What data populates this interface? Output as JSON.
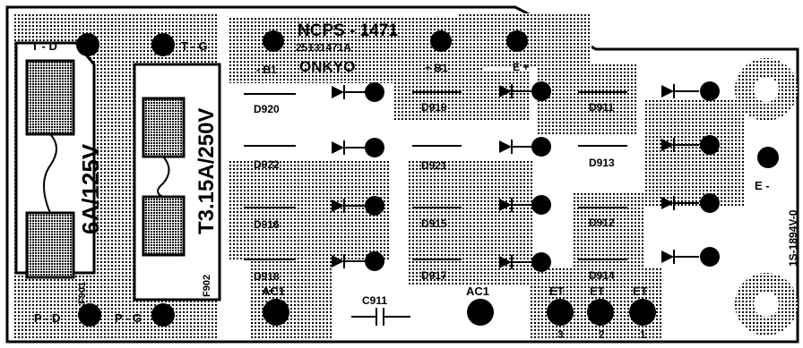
{
  "board": {
    "part_number": "NCPS - 1471",
    "code": "25131471A",
    "brand": "ONKYO",
    "side_code": "1S-1894V-0"
  },
  "fuses": [
    {
      "rating": "6A/125V",
      "ref": "F901"
    },
    {
      "rating": "T3.15A/250V",
      "ref": "F902"
    }
  ],
  "terminals": {
    "t_d": "T - D",
    "t_g": "T - G",
    "p_d": "P - D",
    "p_g": "P - G",
    "minus_b1": "- B1",
    "plus_b1": "+ B1",
    "e_plus": "E +",
    "e_minus": "E -",
    "ac1_left": "AC1",
    "ac1_right": "AC1",
    "et3": "ET",
    "et3_num": "3",
    "et2": "ET",
    "et2_num": "2",
    "et1": "ET",
    "et1_num": "1"
  },
  "diodes": [
    "D920",
    "D922",
    "D916",
    "D918",
    "D919",
    "D921",
    "D915",
    "D917",
    "D911",
    "D913",
    "D912",
    "D914"
  ],
  "capacitor": "C911",
  "colors": {
    "ink": "#000000",
    "paper": "#ffffff",
    "copper": "#bdbdbd"
  }
}
